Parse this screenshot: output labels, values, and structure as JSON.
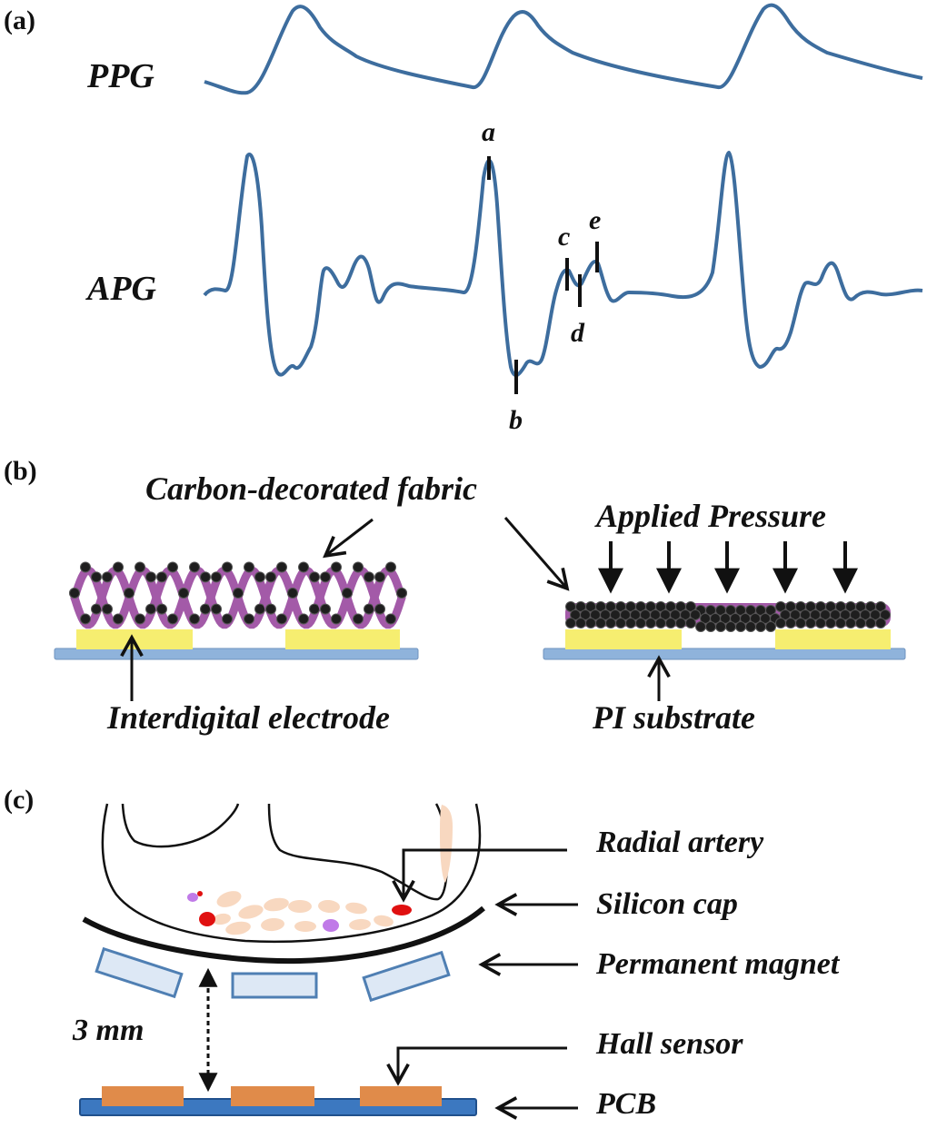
{
  "panel_a": {
    "tag": "(a)",
    "ppg_label": "PPG",
    "apg_label": "APG",
    "point_a": "a",
    "point_b": "b",
    "point_c": "c",
    "point_d": "d",
    "point_e": "e"
  },
  "panel_b": {
    "tag": "(b)",
    "fabric_label": "Carbon-decorated fabric",
    "pressure_label": "Applied Pressure",
    "electrode_label": "Interdigital electrode",
    "substrate_label": "PI substrate"
  },
  "panel_c": {
    "tag": "(c)",
    "artery_label": "Radial artery",
    "cap_label": "Silicon cap",
    "magnet_label": "Permanent magnet",
    "distance_label": "3 mm",
    "hall_label": "Hall sensor",
    "pcb_label": "PCB"
  },
  "colors": {
    "waveform": "#3d6d9e",
    "fabric": "#a35aa8",
    "carbon": "#1e1e1e",
    "electrode": "#f6ee70",
    "substrate": "#8fb3db",
    "magnet": "#dde8f5",
    "hall": "#e08b4a",
    "pcb": "#3c78c0",
    "artery": "#e01010",
    "tissue": "#f8d8c0",
    "nerve": "#c07ae8"
  }
}
